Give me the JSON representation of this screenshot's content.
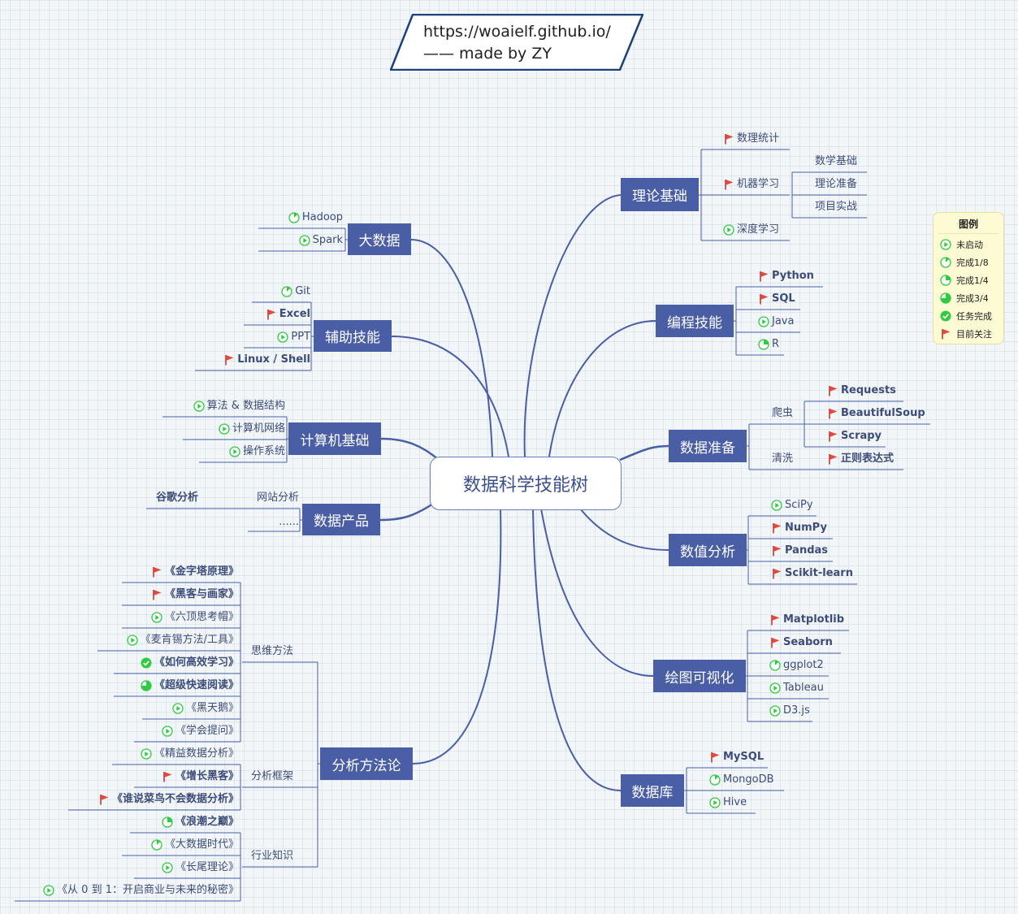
{
  "header": {
    "url": "https://woaielf.github.io/",
    "byline": "—— made by ZY"
  },
  "root": "数据科学技能树",
  "legend": {
    "title": "图例",
    "items": [
      {
        "icon": "status-not-started-icon",
        "label": "未启动"
      },
      {
        "icon": "status-one-eighth-icon",
        "label": "完成1/8"
      },
      {
        "icon": "status-one-quarter-icon",
        "label": "完成1/4"
      },
      {
        "icon": "status-three-quarter-icon",
        "label": "完成3/4"
      },
      {
        "icon": "status-done-icon",
        "label": "任务完成"
      },
      {
        "icon": "flag-icon",
        "label": "目前关注"
      }
    ]
  },
  "colors": {
    "branch": "#4a5ea6",
    "progress": "#2ecc40",
    "flag": "#e8473c",
    "text": "#3d4c78"
  },
  "branches": {
    "theory": {
      "label": "理论基础",
      "children": [
        "数理统计",
        "机器学习",
        "深度学习"
      ],
      "ml_children": [
        "数学基础",
        "理论准备",
        "项目实战"
      ]
    },
    "programming": {
      "label": "编程技能",
      "children": [
        "Python",
        "SQL",
        "Java",
        "R"
      ]
    },
    "dataprep": {
      "label": "数据准备",
      "groups": [
        "爬虫",
        "清洗"
      ],
      "crawler": [
        "Requests",
        "BeautifulSoup",
        "Scrapy"
      ],
      "clean": [
        "正则表达式"
      ]
    },
    "numeric": {
      "label": "数值分析",
      "children": [
        "SciPy",
        "NumPy",
        "Pandas",
        "Scikit-learn"
      ]
    },
    "viz": {
      "label": "绘图可视化",
      "children": [
        "Matplotlib",
        "Seaborn",
        "ggplot2",
        "Tableau",
        "D3.js"
      ]
    },
    "db": {
      "label": "数据库",
      "children": [
        "MySQL",
        "MongoDB",
        "Hive"
      ]
    },
    "bigdata": {
      "label": "大数据",
      "children": [
        "Hadoop",
        "Spark"
      ]
    },
    "aux": {
      "label": "辅助技能",
      "children": [
        "Git",
        "Excel",
        "PPT",
        "Linux / Shell"
      ]
    },
    "cs": {
      "label": "计算机基础",
      "children": [
        "算法 & 数据结构",
        "计算机网络",
        "操作系统"
      ]
    },
    "product": {
      "label": "数据产品",
      "children": [
        "网站分析",
        "......"
      ],
      "web_children": [
        "谷歌分析"
      ]
    },
    "method": {
      "label": "分析方法论",
      "groups": [
        "思维方法",
        "分析框架",
        "行业知识"
      ],
      "thinking": [
        "《金字塔原理》",
        "《黑客与画家》",
        "《六顶思考帽》",
        "《麦肯锡方法/工具》",
        "《如何高效学习》",
        "《超级快速阅读》",
        "《黑天鹅》",
        "《学会提问》"
      ],
      "framework": [
        "《精益数据分析》",
        "《增长黑客》",
        "《谁说菜鸟不会数据分析》"
      ],
      "industry": [
        "《浪潮之巅》",
        "《大数据时代》",
        "《长尾理论》",
        "《从 0 到 1：开启商业与未来的秘密》"
      ]
    }
  }
}
